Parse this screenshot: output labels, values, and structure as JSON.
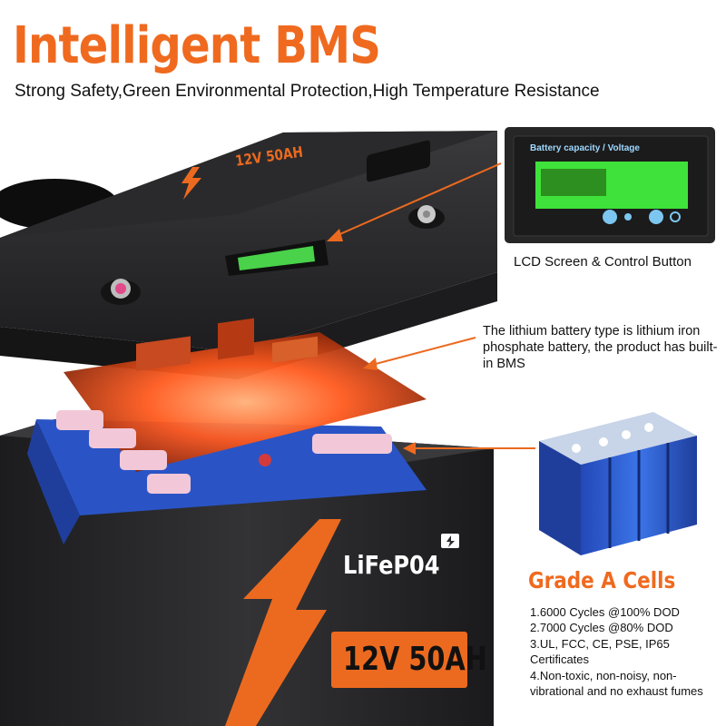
{
  "header": {
    "title": "Intelligent BMS",
    "subtitle": "Strong Safety,Green Environmental Protection,High Temperature Resistance"
  },
  "lcd": {
    "panel_title": "Battery capacity / Voltage",
    "caption": "LCD Screen & Control Button",
    "screen_color": "#3fe23a"
  },
  "bms_note": "The lithium battery type is lithium iron phosphate battery, the product has built-in BMS",
  "cells": {
    "title": "Grade A Cells",
    "specs": [
      "1.6000 Cycles @100% DOD",
      "2.7000 Cycles @80% DOD",
      "3.UL, FCC, CE, PSE, IP65 Certificates",
      "4.Non-toxic, non-noisy, non-vibrational and no exhaust fumes"
    ]
  },
  "battery": {
    "brand": "LiFeP04",
    "rating": "12V 50AH",
    "top_label": "12V 50AH"
  },
  "colors": {
    "accent": "#ef6a1f",
    "battery_body": "#2b2b2d",
    "cell_blue": "#2f5fd0",
    "pcb_glow": "#ff5a1e"
  }
}
